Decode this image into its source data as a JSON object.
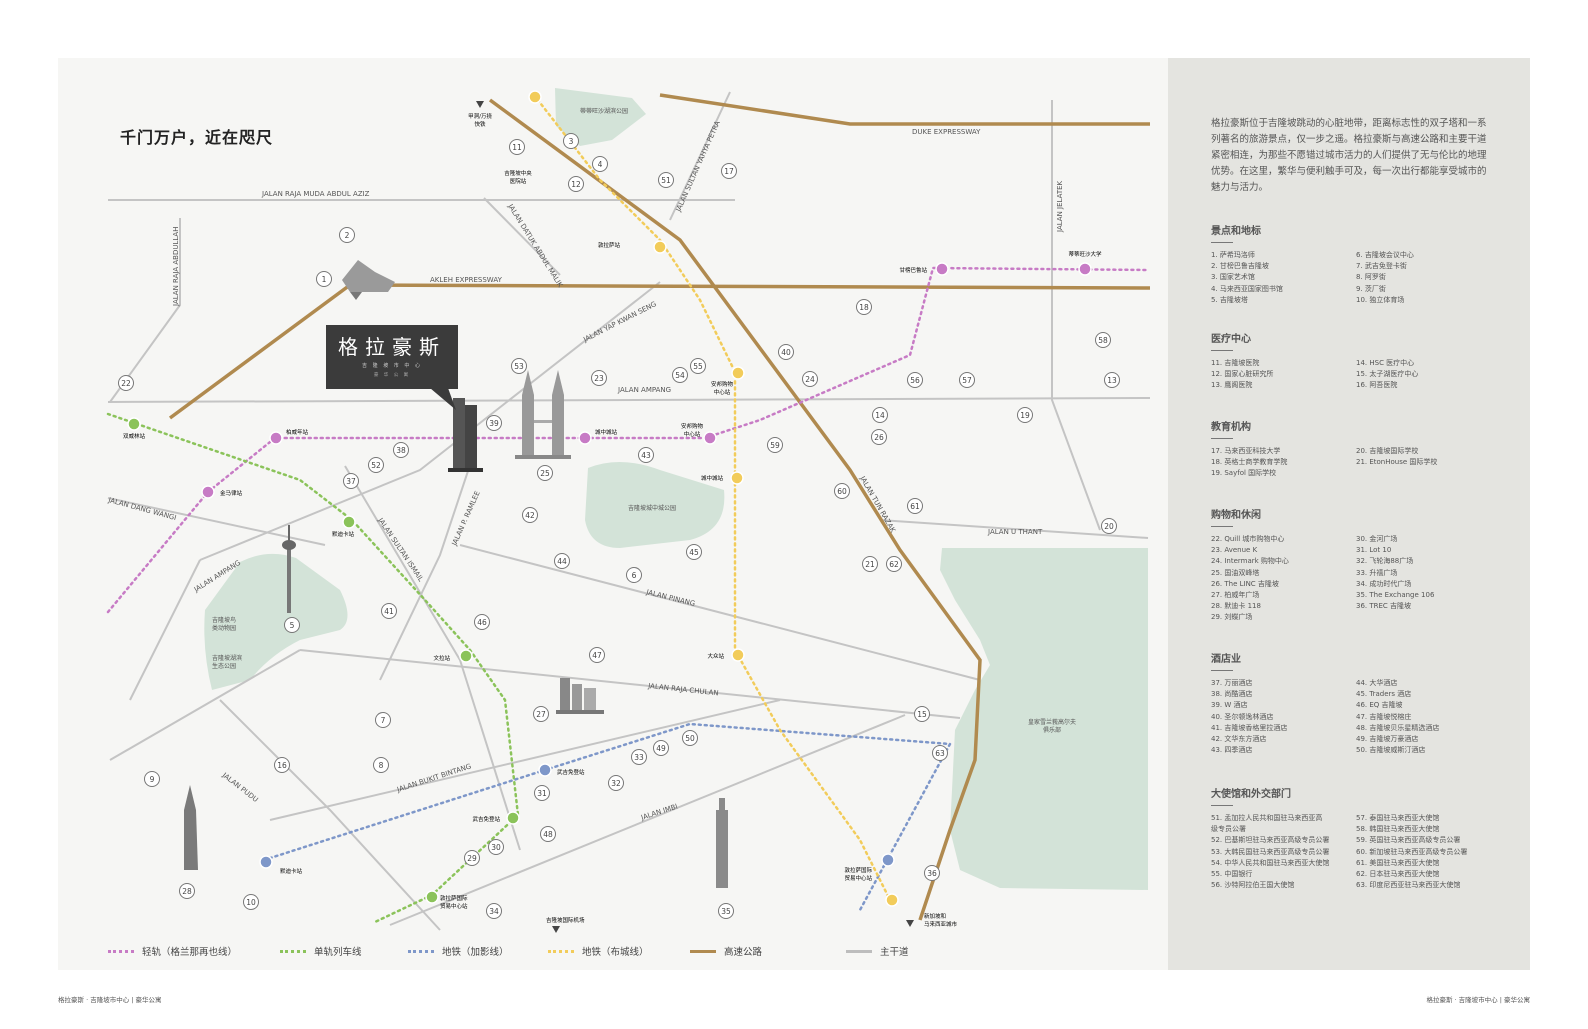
{
  "map_title": "千门万户，近在咫尺",
  "building": {
    "name": "格拉豪斯",
    "sub1": "吉 隆 坡 市 中 心",
    "sub2": "豪 华 公 寓"
  },
  "intro_text": "格拉豪斯位于吉隆坡跳动的心脏地带，距离标志性的双子塔和一系列著名的旅游景点，仅一步之遥。格拉豪斯与高速公路和主要干道紧密相连，为那些不愿错过城市活力的人们提供了无与伦比的地理优势。在这里，繁华与便利触手可及，每一次出行都能享受城市的魅力与活力。",
  "road_labels": {
    "duke": "DUKE EXPRESSWAY",
    "raja_muda": "JALAN RAJA MUDA ABDUL AZIZ",
    "raja_abdullah": "JALAN RAJA ABDULLAH",
    "datuk_abdul_malik": "JALAN DATUK ABDUL MALIK",
    "sultan_yahya": "JALAN SULTAN YAHYA PETRA",
    "jelatek": "JALAN JELATEK",
    "akleh": "AKLEH EXPRESSWAY",
    "yap_kwan_seng": "JALAN YAP KWAN SENG",
    "ampang_top": "JALAN AMPANG",
    "dang_wangi": "JALAN DANG WANGI",
    "ampang_left": "JALAN AMPANG",
    "sultan_ismail": "JALAN SULTAN ISMAIL",
    "p_ramlee": "JALAN P. RAMLEE",
    "tun_razak": "JALAN TUN RAZAK",
    "u_thant": "JALAN U THANT",
    "pinang": "JALAN PINANG",
    "raja_chulan": "JALAN RAJA CHULAN",
    "pudu": "JALAN PUDU",
    "bukit_bintang": "JALAN BUKIT BINTANG",
    "imbi": "JALAN IMBI"
  },
  "area_labels": {
    "park_top": "蒂蒂旺沙湖滨公园",
    "klcc_park": "吉隆坡城中城公园",
    "lake_gardens_a": "吉隆坡鸟\n类动物园",
    "lake_gardens_b": "吉隆坡湖滨\n生态公园",
    "golf": "皇家雪兰莪高尔夫\n俱乐部"
  },
  "station_labels": {
    "s1": "甲洞/万挠\n快铁",
    "s2": "吉隆坡中央\n医院站",
    "s3": "敦拉萨站",
    "s4": "文拉站",
    "s5": "蒂蒂旺沙大学",
    "s6": "甘榜巴鲁站",
    "s7": "城中城站",
    "s8": "安邦购物\n中心站",
    "s9": "双威林站",
    "s10": "安邦购物\n中心站",
    "s11": "城中城站",
    "s12": "大众站",
    "s13": "柏威年站",
    "s14": "武吉免登站",
    "s15": "武吉免登站",
    "s16": "金马律站",
    "s17": "默迪卡站",
    "s18": "敦拉萨国际\n贸易中心站",
    "s19": "新加坡和\n马来西亚城市",
    "s20": "吉隆坡国际机场",
    "s21": "默迪卡站",
    "s22": "敦拉萨国际\n贸易中心站"
  },
  "markers": [
    "1",
    "2",
    "3",
    "4",
    "5",
    "6",
    "7",
    "8",
    "9",
    "10",
    "11",
    "12",
    "13",
    "14",
    "15",
    "16",
    "17",
    "18",
    "19",
    "20",
    "21",
    "22",
    "23",
    "24",
    "25",
    "26",
    "27",
    "28",
    "29",
    "30",
    "31",
    "32",
    "33",
    "34",
    "35",
    "36",
    "37",
    "38",
    "39",
    "40",
    "41",
    "42",
    "43",
    "44",
    "45",
    "46",
    "47",
    "48",
    "49",
    "50",
    "51",
    "52",
    "53",
    "54",
    "55",
    "56",
    "57",
    "58",
    "59",
    "60",
    "61",
    "62",
    "63"
  ],
  "sections": [
    {
      "title": "景点和地标",
      "left": [
        "1.  萨希玛洛师",
        "2.  甘榜巴鲁吉隆坡",
        "3.  国家艺术馆",
        "4.  马来西亚国家图书馆",
        "5.  吉隆坡塔"
      ],
      "right": [
        "6.  吉隆坡会议中心",
        "7.  武吉免登卡街",
        "8.  阿罗街",
        "9.  茨厂街",
        "10. 独立体育场"
      ]
    },
    {
      "title": "医疗中心",
      "left": [
        "11. 吉隆坡医院",
        "12. 国家心脏研究所",
        "13. 鹰阁医院"
      ],
      "right": [
        "14. HSC 医疗中心",
        "15. 太子湖医疗中心",
        "16. 阿吾医院"
      ]
    },
    {
      "title": "教育机构",
      "left": [
        "17. 马来西亚科技大学",
        "18. 英格士商学教育学院",
        "19. Sayfol 国际学校"
      ],
      "right": [
        "20. 吉隆坡国际学校",
        "21. EtonHouse 国际学校"
      ]
    },
    {
      "title": "购物和休闲",
      "left": [
        "22. Quill 城市购物中心",
        "23. Avenue K",
        "24. Intermark 购物中心",
        "25. 国油双峰塔",
        "26. The LINC 吉隆坡",
        "27. 柏威年广场",
        "28. 默迪卡 118",
        "29. 刘蝶广场"
      ],
      "right": [
        "30. 金河广场",
        "31. Lot 10",
        "32. 飞轮海88广场",
        "33. 升禧广场",
        "34. 成功时代广场",
        "35. The Exchange 106",
        "36. TREC 吉隆坡"
      ]
    },
    {
      "title": "酒店业",
      "left": [
        "37. 万丽酒店",
        "38. 尚酷酒店",
        "39. W 酒店",
        "40. 圣尔顿逸林酒店",
        "41. 吉隆坡香格里拉酒店",
        "42. 文华东方酒店",
        "43. 四季酒店"
      ],
      "right": [
        "44. 大华酒店",
        "45. Traders 酒店",
        "46. EQ 吉隆坡",
        "47. 吉隆坡悦榕庄",
        "48. 吉隆坡贝乐星精选酒店",
        "49. 吉隆坡万豪酒店",
        "50. 吉隆坡威斯汀酒店"
      ]
    },
    {
      "title": "大使馆和外交部门",
      "left": [
        "51. 孟加拉人民共和国驻马来西亚高",
        "    级专员公署",
        "52. 巴基斯坦驻马来西亚高级专员公署",
        "53. 大韩民国驻马来西亚高级专员公署",
        "54. 中华人民共和国驻马来西亚大使馆",
        "55. 中国银行",
        "56. 沙特阿拉伯王国大使馆"
      ],
      "right": [
        "57. 泰国驻马来西亚大使馆",
        "58. 韩国驻马来西亚大使馆",
        "59. 英国驻马来西亚高级专员公署",
        "60. 新加坡驻马来西亚高级专员公署",
        "61. 美国驻马来西亚大使馆",
        "62. 日本驻马来西亚大使馆",
        "63. 印度尼西亚驻马来西亚大使馆"
      ]
    }
  ],
  "legend": [
    {
      "label": "轻轨（格兰那再也线）",
      "color": "#c77bc5",
      "style": "dotted"
    },
    {
      "label": "单轨列车线",
      "color": "#8bc35a",
      "style": "dotted"
    },
    {
      "label": "地铁（加影线）",
      "color": "#7e97c9",
      "style": "dotted"
    },
    {
      "label": "地铁（布城线）",
      "color": "#f2cc5a",
      "style": "dotted"
    },
    {
      "label": "高速公路",
      "color": "#b08a4f",
      "style": "solid"
    },
    {
      "label": "主干道",
      "color": "#bdbdbd",
      "style": "solid"
    }
  ],
  "footer_left": "格拉豪斯 · 吉隆坡市中心 | 豪华公寓",
  "footer_right": "格拉豪斯 · 吉隆坡市中心 | 豪华公寓",
  "colors": {
    "map_bg": "#f6f6f4",
    "panel_bg": "#e4e4e0",
    "park": "#d3e3d8",
    "road": "#bdbdbd",
    "highway": "#b08a4f",
    "lrt": "#c77bc5",
    "monorail": "#8bc35a",
    "mrt_kajang": "#7e97c9",
    "mrt_putrajaya": "#f2cc5a"
  }
}
